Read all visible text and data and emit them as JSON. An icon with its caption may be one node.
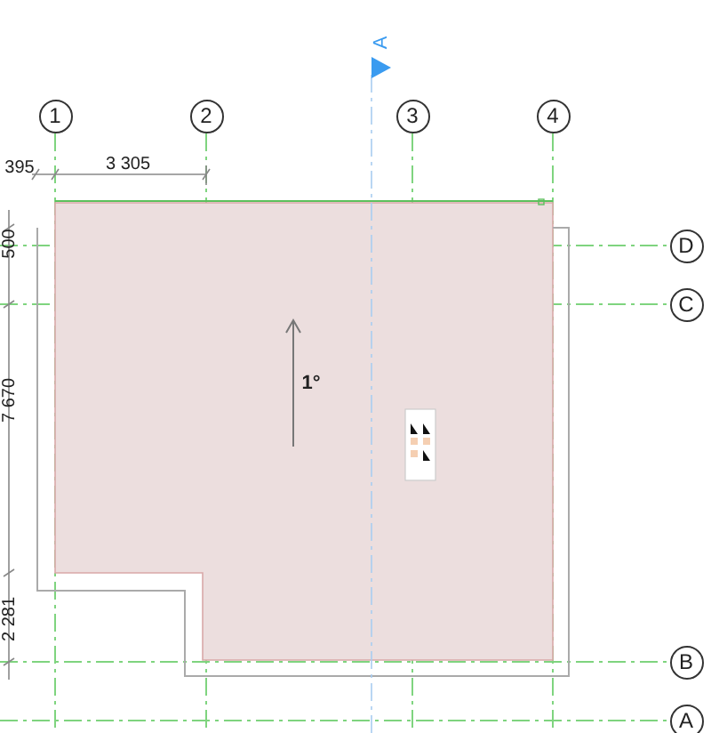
{
  "diagram": {
    "nodes": [
      {
        "text": [
          "1"
        ]
      },
      {
        "text": [
          "2"
        ]
      },
      {
        "text": [
          "3"
        ]
      },
      {
        "text": [
          "4"
        ]
      },
      {
        "text": [
          "D"
        ]
      },
      {
        "text": [
          "C"
        ]
      },
      {
        "text": [
          "B"
        ]
      },
      {
        "text": [
          "A"
        ]
      }
    ],
    "labels": [
      "A",
      "395",
      "3 305",
      "500",
      "7 670",
      "1°",
      "2 281"
    ]
  }
}
